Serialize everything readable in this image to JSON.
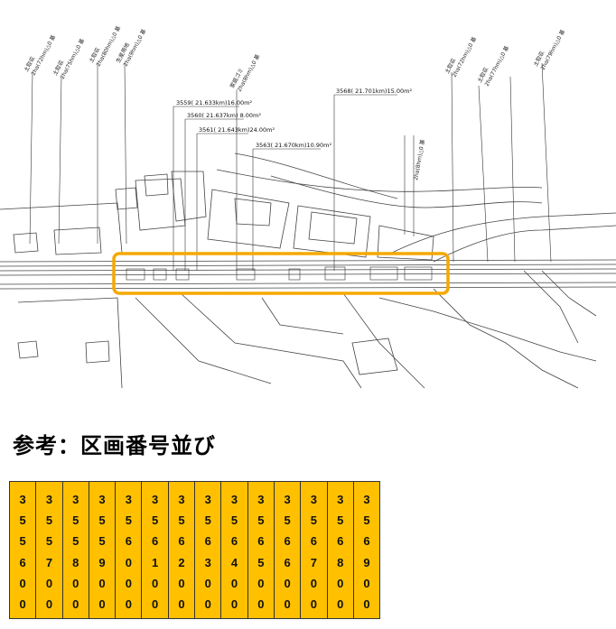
{
  "map": {
    "callouts_left": [
      {
        "name": "土取収",
        "detail": "2ha(72hm)△0 基"
      },
      {
        "name": "土取収",
        "detail": "2ha(75hm)△0 基"
      },
      {
        "name": "土取収",
        "detail": "2ha(80hm)△0 基"
      },
      {
        "name": "生産用地",
        "detail": "2ha(9hm)△0 基"
      }
    ],
    "callouts_mid": [
      {
        "text": "3559( 21.633km)16.00m²"
      },
      {
        "text": "3560( 21.637km) 8.00m²"
      },
      {
        "text": "3561( 21.643km)24.00m²"
      },
      {
        "text": "3563( 21.670km)10.90m²"
      },
      {
        "text": "3568( 21.701km)15.00m²"
      }
    ],
    "callouts_right": [
      {
        "name": "土取収",
        "detail": "2ha(72hm)△0 基"
      },
      {
        "name": "土取収",
        "detail": "2ha(77hm)△0 基"
      },
      {
        "name": "土取収",
        "detail": "2ha(79hm)△0 基"
      }
    ],
    "label_mid_a": "家庭ゴミ",
    "label_mid_b": "2ha(8hm)△0 基",
    "label_small": "2ha(8hm)△0 基",
    "highlight_color": "#f5a800"
  },
  "title": "参考：区画番号並び",
  "section_numbers": [
    "355600",
    "355700",
    "355800",
    "355900",
    "356000",
    "356100",
    "356200",
    "356300",
    "356400",
    "356500",
    "356600",
    "356700",
    "356800",
    "356900"
  ],
  "cell_color": "#ffc000"
}
